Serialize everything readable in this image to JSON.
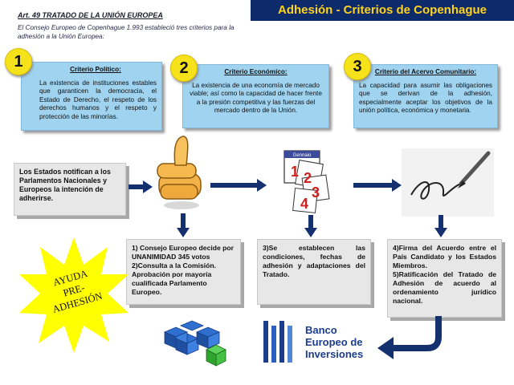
{
  "header": {
    "banner": "Adhesión - Criterios de Copenhague",
    "art_title": "Art. 49 TRATADO DE LA UNIÓN EUROPEA",
    "art_body": "El Consejo Europeo de Copenhague  1.993 estableció tres criterios para la adhesión a la Unión Europea:"
  },
  "criteria": [
    {
      "number": "1",
      "title": "Criterio Político",
      "suffix": ":",
      "body": "La existencia de instituciones estables que garanticen la democracia, el Estado de Derecho, el respeto de los derechos humanos y el respeto y protección de las minorías."
    },
    {
      "number": "2",
      "title": "Criterio Económico:",
      "suffix": "",
      "body": "La existencia de una economía de mercado viable; así como la capacidad de hacer frente a la presión competitiva y las fuerzas del mercado dentro de la Unión."
    },
    {
      "number": "3",
      "title": "Criterio del Acervo Comunitario:",
      "suffix": "",
      "body": "La capacidad para asumir las obligaciones que se derivan de la adhesión, especialmente aceptar los objetivos de la unión política, económica y monetaria."
    }
  ],
  "steps": {
    "notify": "Los Estados notifican a los Parlamentos Nacionales y Europeos la intención de adherirse.",
    "consejo": [
      "1) Consejo Europeo decide por UNANIMIDAD 345 votos",
      "2)Consulta a la Comisión. Aprobación por mayoría cualificada Parlamento Europeo."
    ],
    "condiciones": "3)Se establecen las condiciones, fechas de adhesión y adaptaciones del Tratado.",
    "firma": [
      "4)Firma del Acuerdo entre el País Candidato y los Estados Miembros.",
      "5)Ratificación del Tratado de Adhesión de acuerdo al ordenamiento jurídico nacional."
    ]
  },
  "star": {
    "line1": "AYUDA",
    "line2": "PRE-",
    "line3": "ADHESIÓN"
  },
  "calendar": {
    "header": "Gennaio",
    "numbers": [
      "1",
      "2",
      "3",
      "4"
    ]
  },
  "bank": {
    "line1": "Banco",
    "line2": "Europeo de",
    "line3": "Inversiones"
  },
  "colors": {
    "banner_bg": "#0d2b6b",
    "banner_text": "#ffd21f",
    "criteria_bg": "#9fd3f0",
    "number_circle": "#f6e21a",
    "arrow": "#14306e",
    "star": "#ffff00",
    "bank_blue": "#1c3d8c"
  }
}
